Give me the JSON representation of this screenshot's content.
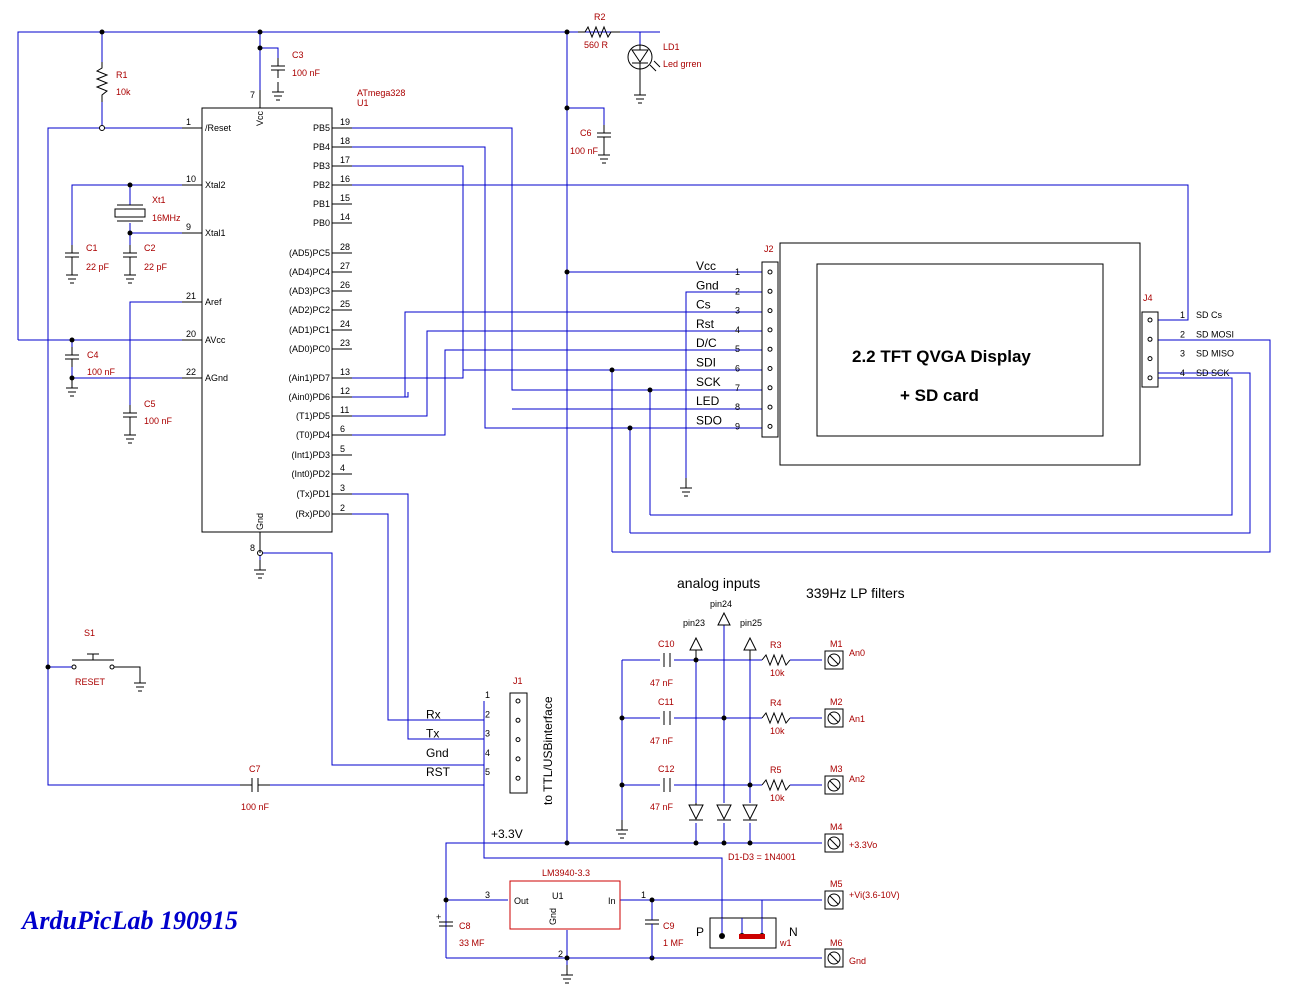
{
  "title": "ArduPicLab 190915",
  "display": {
    "line1": "2.2 TFT QVGA Display",
    "line2": "+ SD card"
  },
  "mcu": {
    "ref": "U1",
    "part": "ATmega328",
    "vcc_label": "Vcc",
    "gnd_label": "Gnd",
    "vcc_pin": "7",
    "gnd_pin": "8",
    "left_pins": [
      {
        "num": "1",
        "name": "/Reset"
      },
      {
        "num": "10",
        "name": "Xtal2"
      },
      {
        "num": "9",
        "name": "Xtal1"
      },
      {
        "num": "21",
        "name": "Aref"
      },
      {
        "num": "20",
        "name": "AVcc"
      },
      {
        "num": "22",
        "name": "AGnd"
      }
    ],
    "right_pins": [
      {
        "num": "19",
        "name": "PB5"
      },
      {
        "num": "18",
        "name": "PB4"
      },
      {
        "num": "17",
        "name": "PB3"
      },
      {
        "num": "16",
        "name": "PB2"
      },
      {
        "num": "15",
        "name": "PB1"
      },
      {
        "num": "14",
        "name": "PB0"
      },
      {
        "num": "28",
        "name": "(AD5)PC5"
      },
      {
        "num": "27",
        "name": "(AD4)PC4"
      },
      {
        "num": "26",
        "name": "(AD3)PC3"
      },
      {
        "num": "25",
        "name": "(AD2)PC2"
      },
      {
        "num": "24",
        "name": "(AD1)PC1"
      },
      {
        "num": "23",
        "name": "(AD0)PC0"
      },
      {
        "num": "13",
        "name": "(Ain1)PD7"
      },
      {
        "num": "12",
        "name": "(Ain0)PD6"
      },
      {
        "num": "11",
        "name": "(T1)PD5"
      },
      {
        "num": "6",
        "name": "(T0)PD4"
      },
      {
        "num": "5",
        "name": "(Int1)PD3"
      },
      {
        "num": "4",
        "name": "(Int0)PD2"
      },
      {
        "num": "3",
        "name": "(Tx)PD1"
      },
      {
        "num": "2",
        "name": "(Rx)PD0"
      }
    ]
  },
  "components": {
    "r1": {
      "ref": "R1",
      "value": "10k"
    },
    "r2": {
      "ref": "R2",
      "value": "560 R"
    },
    "ld1": {
      "ref": "LD1",
      "value": "Led grren"
    },
    "c3": {
      "ref": "C3",
      "value": "100 nF"
    },
    "c6": {
      "ref": "C6",
      "value": "100 nF"
    },
    "xt1": {
      "ref": "Xt1",
      "value": "16MHz"
    },
    "c1": {
      "ref": "C1",
      "value": "22 pF"
    },
    "c2": {
      "ref": "C2",
      "value": "22 pF"
    },
    "c4": {
      "ref": "C4",
      "value": "100 nF"
    },
    "c5": {
      "ref": "C5",
      "value": "100 nF"
    },
    "s1": {
      "ref": "S1",
      "value": "RESET"
    },
    "c7": {
      "ref": "C7",
      "value": "100 nF"
    },
    "c8": {
      "ref": "C8",
      "value": "33 MF"
    },
    "c9": {
      "ref": "C9",
      "value": "1 MF"
    },
    "u_reg": {
      "ref": "U1",
      "part": "LM3940-3.3",
      "out": "Out",
      "in": "In",
      "gnd": "Gnd",
      "pin_out": "3",
      "pin_in": "1",
      "pin_gnd": "2"
    },
    "c10": {
      "ref": "C10",
      "value": "47 nF"
    },
    "c11": {
      "ref": "C11",
      "value": "47 nF"
    },
    "c12": {
      "ref": "C12",
      "value": "47 nF"
    },
    "r3": {
      "ref": "R3",
      "value": "10k"
    },
    "r4": {
      "ref": "R4",
      "value": "10k"
    },
    "r5": {
      "ref": "R5",
      "value": "10k"
    },
    "diodes": "D1-D3 = 1N4001",
    "w1": {
      "ref": "w1",
      "p": "P",
      "n": "N"
    }
  },
  "j2": {
    "ref": "J2",
    "pins": [
      {
        "num": "1",
        "sig": "Vcc"
      },
      {
        "num": "2",
        "sig": "Gnd"
      },
      {
        "num": "3",
        "sig": "Cs"
      },
      {
        "num": "4",
        "sig": "Rst"
      },
      {
        "num": "5",
        "sig": "D/C"
      },
      {
        "num": "6",
        "sig": "SDI"
      },
      {
        "num": "7",
        "sig": "SCK"
      },
      {
        "num": "8",
        "sig": "LED"
      },
      {
        "num": "9",
        "sig": "SDO"
      }
    ]
  },
  "j4": {
    "ref": "J4",
    "pins": [
      {
        "num": "1",
        "sig": "SD Cs"
      },
      {
        "num": "2",
        "sig": "SD MOSI"
      },
      {
        "num": "3",
        "sig": "SD MISO"
      },
      {
        "num": "4",
        "sig": "SD SCK"
      }
    ]
  },
  "j1": {
    "ref": "J1",
    "side_label": "to TTL/USBinterface",
    "pins": [
      {
        "num": "1",
        "sig": ""
      },
      {
        "num": "2",
        "sig": "Rx"
      },
      {
        "num": "3",
        "sig": "Tx"
      },
      {
        "num": "4",
        "sig": "Gnd"
      },
      {
        "num": "5",
        "sig": "RST"
      }
    ]
  },
  "analog": {
    "title": "analog inputs",
    "filters": "339Hz LP filters",
    "pins": [
      "pin23",
      "pin24",
      "pin25"
    ],
    "terminals": [
      {
        "ref": "M1",
        "label": "An0"
      },
      {
        "ref": "M2",
        "label": "An1"
      },
      {
        "ref": "M3",
        "label": "An2"
      }
    ]
  },
  "power": {
    "rail": "+3.3V",
    "terminals": [
      {
        "ref": "M4",
        "label": "+3.3Vo"
      },
      {
        "ref": "M5",
        "label": "+Vi(3.6-10V)"
      },
      {
        "ref": "M6",
        "label": "Gnd"
      }
    ]
  }
}
